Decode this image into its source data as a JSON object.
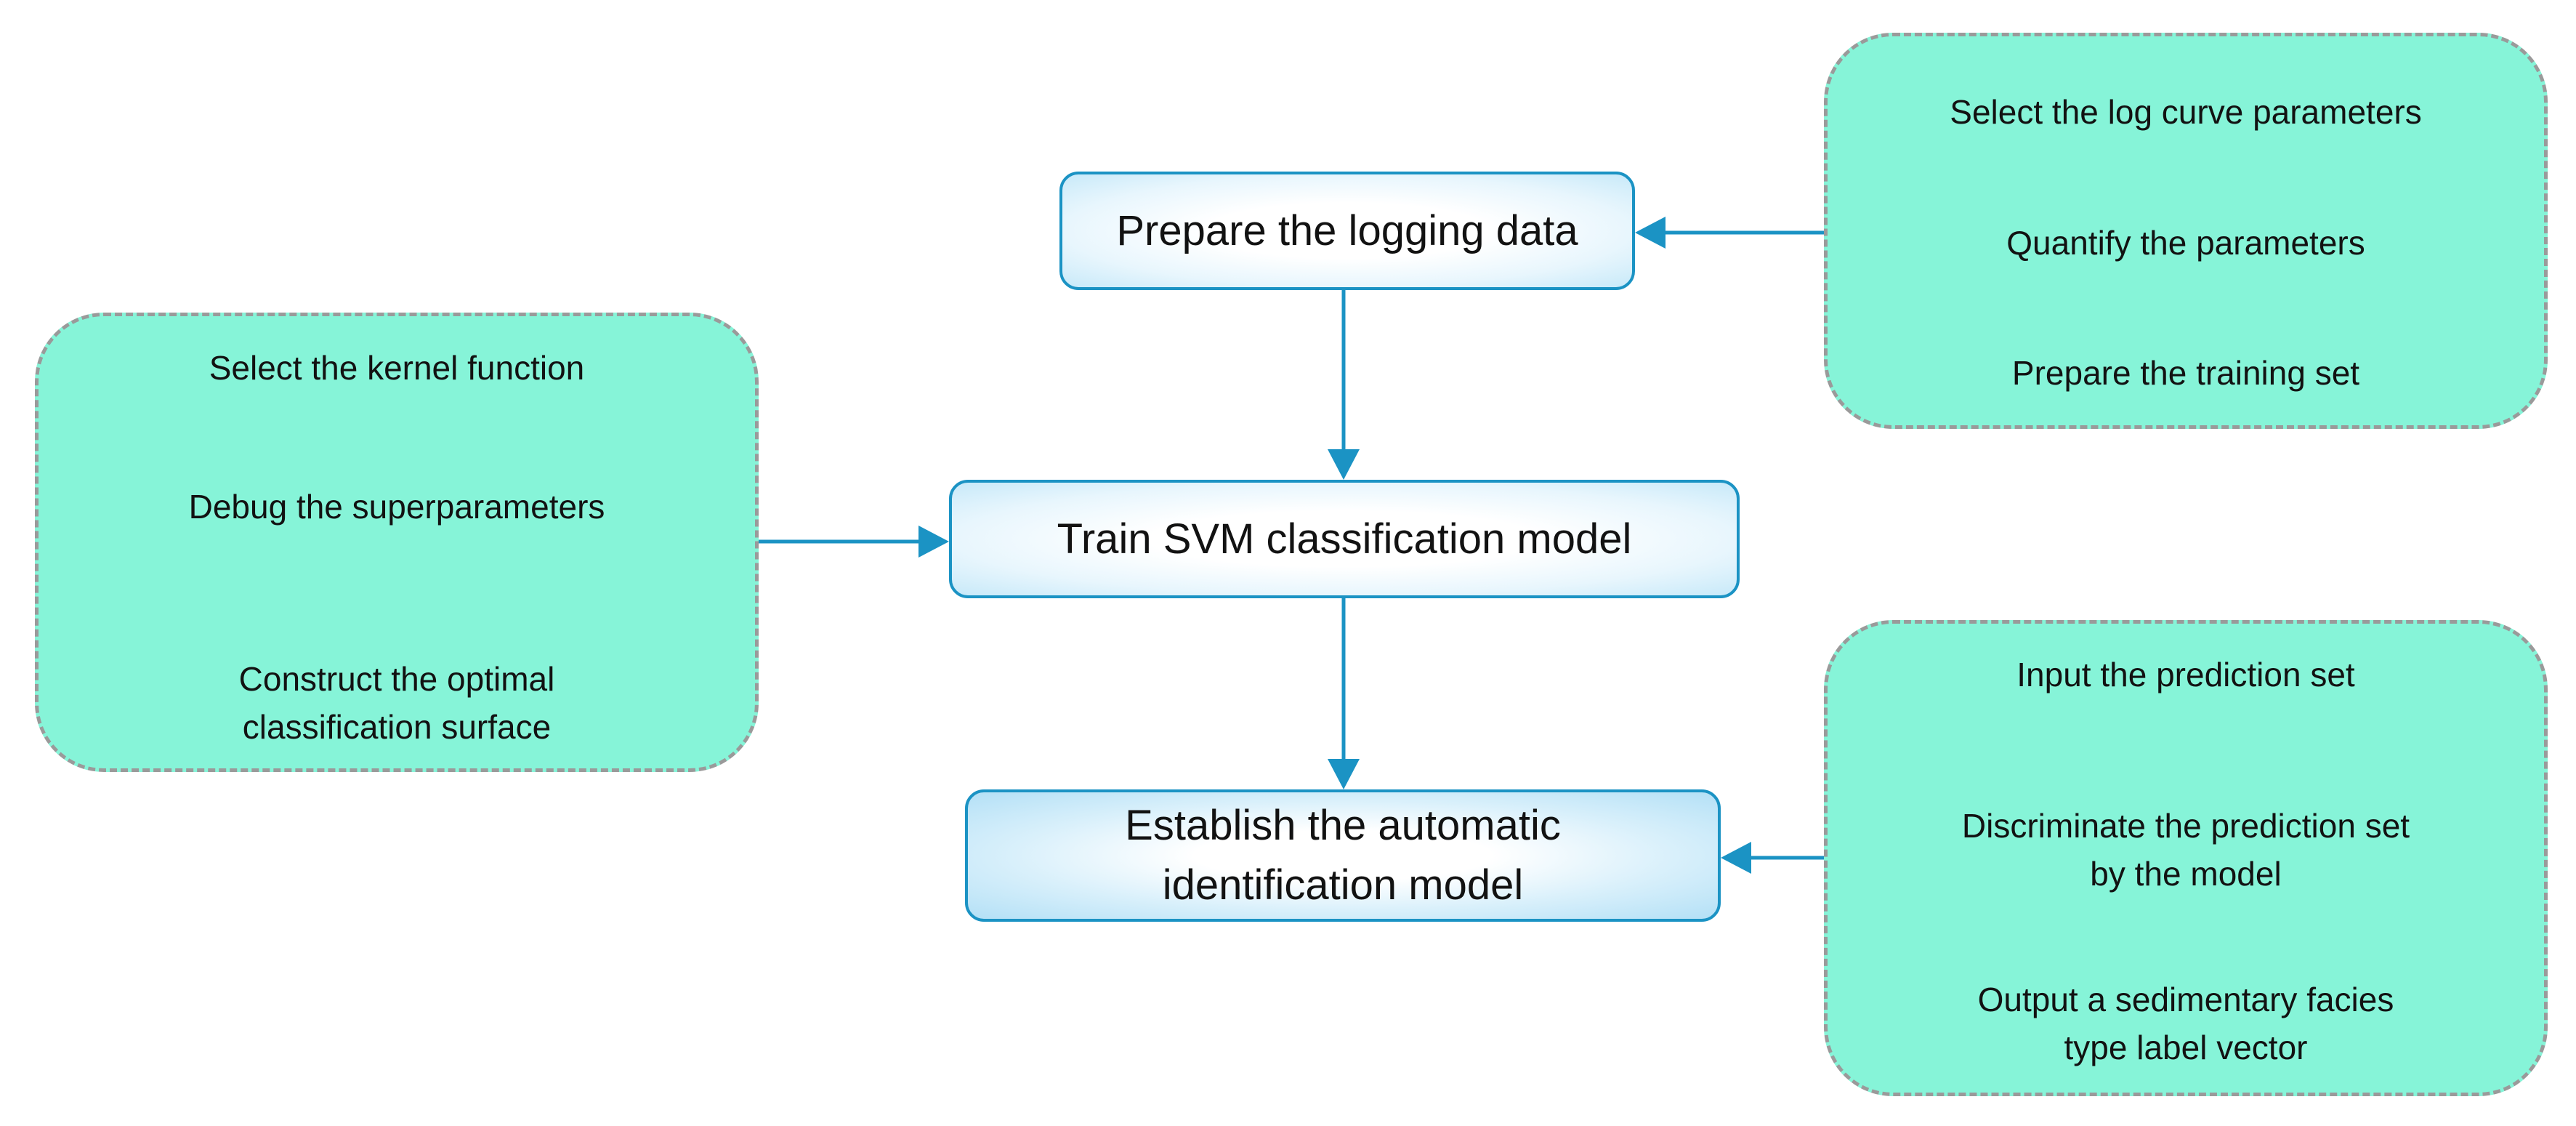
{
  "main_flow": {
    "prepare": "Prepare the logging data",
    "train": "Train SVM classification model",
    "establish_line1": "Establish the automatic",
    "establish_line2": "identification model"
  },
  "data_panel": {
    "step1": "Select the log curve parameters",
    "step2": "Quantify the parameters",
    "step3": "Prepare the training set"
  },
  "kernel_panel": {
    "step1": "Select the kernel function",
    "step2": "Debug the superparameters",
    "step3_line1": "Construct the optimal",
    "step3_line2": "classification surface"
  },
  "prediction_panel": {
    "step1": "Input the prediction set",
    "step2_line1": "Discriminate the prediction set",
    "step2_line2": "by the model",
    "step3_line1": "Output a sedimentary facies",
    "step3_line2": "type label vector"
  },
  "colors": {
    "panel_fill": "#86f4d8",
    "panel_border": "#9a9a9a",
    "box_border": "#1b93c4",
    "connector": "#1b93c4",
    "inner_arrow": "#111111"
  }
}
